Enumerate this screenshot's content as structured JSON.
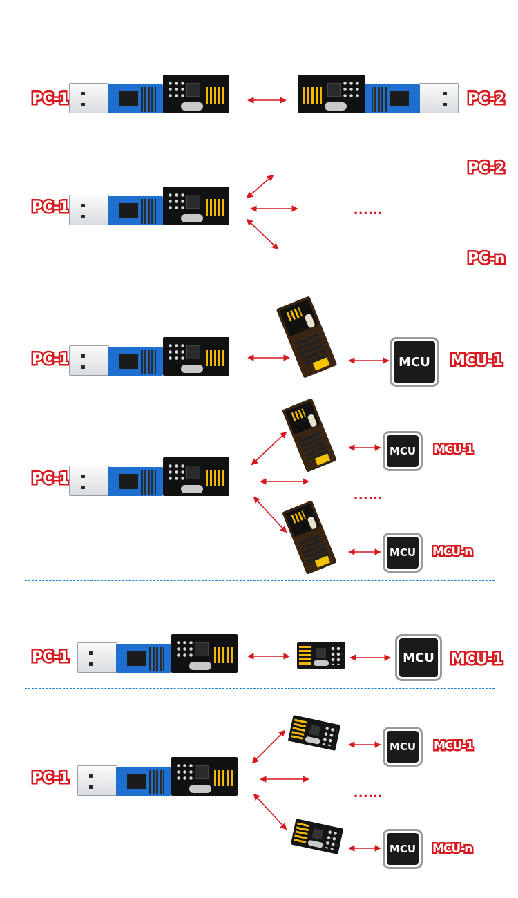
{
  "sections": [
    {
      "left": "PC-1",
      "right": "PC-2"
    },
    {
      "left": "PC-1",
      "targets": [
        "PC-2",
        "PC-n"
      ],
      "ellipsis": "......"
    },
    {
      "left": "PC-1",
      "chip": "MCU",
      "target": "MCU-1"
    },
    {
      "left": "PC-1",
      "chip_top": "MCU",
      "target_top": "MCU-1",
      "ellipsis": "......",
      "chip_bottom": "MCU",
      "target_bottom": "MCU-n"
    },
    {
      "left": "PC-1",
      "chip": "MCU",
      "target": "MCU-1"
    },
    {
      "left": "PC-1",
      "chip_top": "MCU",
      "target_top": "MCU-1",
      "ellipsis": "......",
      "chip_bottom": "MCU",
      "target_bottom": "MCU-n"
    }
  ],
  "colors": {
    "label": "#d7191f",
    "arrow": "#d7191f",
    "divider": "#1a7fd6",
    "usb_pcb": "#1f6fd1"
  },
  "icons": {
    "arrow": "double-headed-arrow-icon"
  }
}
